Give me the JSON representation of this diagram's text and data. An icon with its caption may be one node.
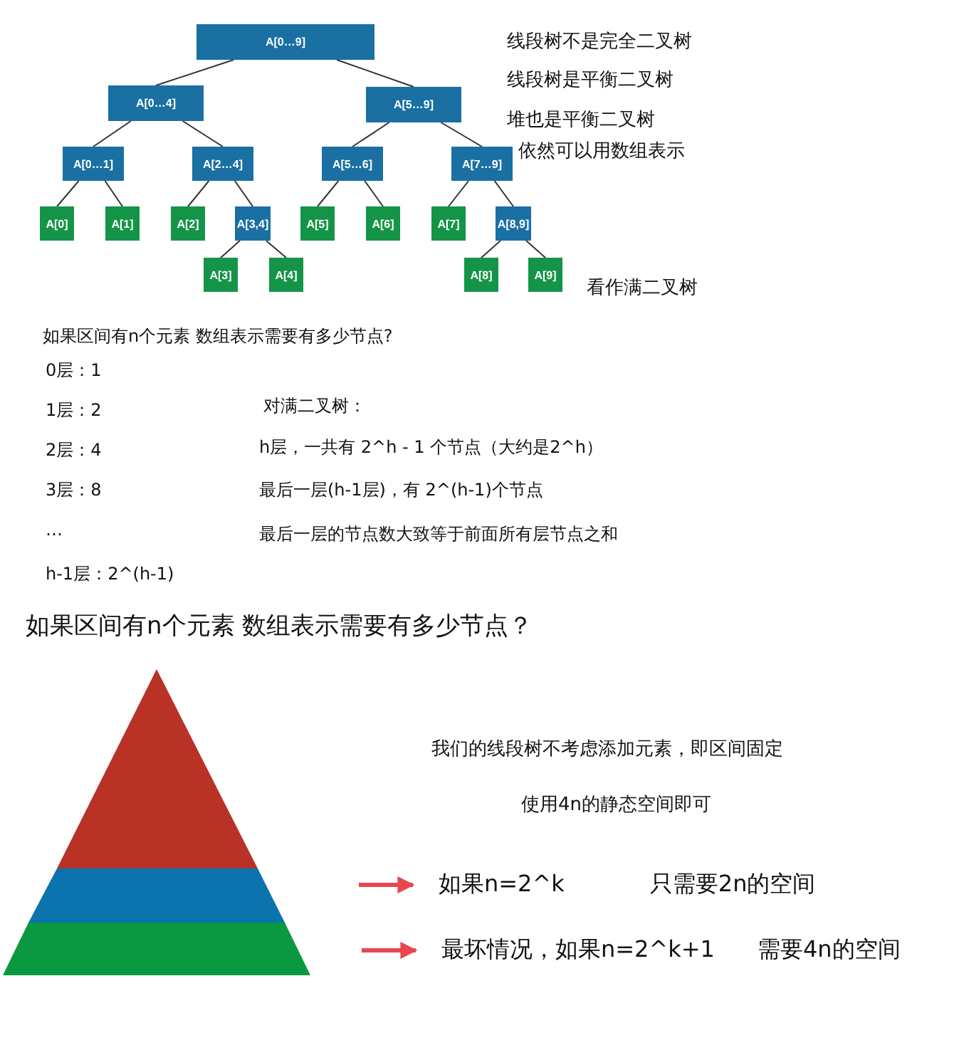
{
  "diagram": {
    "nodes": [
      {
        "text": [
          "A[0…9]"
        ]
      },
      {
        "text": [
          "A[0…4]"
        ]
      },
      {
        "text": [
          "A[5…9]"
        ]
      },
      {
        "text": [
          "A[0…1]"
        ]
      },
      {
        "text": [
          "A[2…4]"
        ]
      },
      {
        "text": [
          "A[5…6]"
        ]
      },
      {
        "text": [
          "A[7…9]"
        ]
      },
      {
        "text": [
          "A[0]"
        ]
      },
      {
        "text": [
          "A[1]"
        ]
      },
      {
        "text": [
          "A[2]"
        ]
      },
      {
        "text": [
          "A[3,4]"
        ]
      },
      {
        "text": [
          "A[5]"
        ]
      },
      {
        "text": [
          "A[6]"
        ]
      },
      {
        "text": [
          "A[7]"
        ]
      },
      {
        "text": [
          "A[8,9]"
        ]
      },
      {
        "text": [
          "A[3]"
        ]
      },
      {
        "text": [
          "A[4]"
        ]
      },
      {
        "text": [
          "A[8]"
        ]
      },
      {
        "text": [
          "A[9]"
        ]
      },
      {
        "text": [
          "如果n=2^k",
          "只需要2n的空间"
        ]
      },
      {
        "text": [
          "最坏情况，如果n=2^k+1",
          "需要4n的空间"
        ]
      }
    ],
    "edges": [
      {
        "from": 0,
        "to": 1,
        "arrow": "none"
      },
      {
        "from": 0,
        "to": 2,
        "arrow": "none"
      },
      {
        "from": 1,
        "to": 3,
        "arrow": "none"
      },
      {
        "from": 1,
        "to": 4,
        "arrow": "none"
      },
      {
        "from": 2,
        "to": 5,
        "arrow": "none"
      },
      {
        "from": 2,
        "to": 6,
        "arrow": "none"
      },
      {
        "from": 3,
        "to": 7,
        "arrow": "none"
      },
      {
        "from": 3,
        "to": 8,
        "arrow": "none"
      },
      {
        "from": 4,
        "to": 9,
        "arrow": "none"
      },
      {
        "from": 4,
        "to": 10,
        "arrow": "none"
      },
      {
        "from": 5,
        "to": 11,
        "arrow": "none"
      },
      {
        "from": 5,
        "to": 12,
        "arrow": "none"
      },
      {
        "from": 6,
        "to": 13,
        "arrow": "none"
      },
      {
        "from": 6,
        "to": 14,
        "arrow": "none"
      },
      {
        "from": 10,
        "to": 15,
        "arrow": "none"
      },
      {
        "from": 10,
        "to": 16,
        "arrow": "none"
      },
      {
        "from": 14,
        "to": 17,
        "arrow": "none"
      },
      {
        "from": 14,
        "to": 18,
        "arrow": "none"
      },
      {
        "from": null,
        "to": 19,
        "arrow": "to",
        "style": "thick",
        "color": "#e8474f"
      },
      {
        "from": null,
        "to": 20,
        "arrow": "to",
        "style": "thick",
        "color": "#e8474f"
      }
    ],
    "labels": [
      "线段树不是完全二叉树",
      "线段树是平衡二叉树",
      "堆也是平衡二叉树",
      "依然可以用数组表示",
      "看作满二叉树",
      "如果区间有n个元素 数组表示需要有多少节点?",
      "0层：1",
      "1层：2",
      "对满二叉树：",
      "2层：4",
      "h层，一共有 2^h - 1 个节点（大约是2^h）",
      "3层：8",
      "最后一层(h-1层)，有 2^(h-1)个节点",
      "…",
      "最后一层的节点数大致等于前面所有层节点之和",
      "h-1层：2^(h-1)",
      "如果区间有n个元素 数组表示需要有多少节点？",
      "我们的线段树不考虑添加元素，即区间固定",
      "使用4n的静态空间即可"
    ]
  }
}
